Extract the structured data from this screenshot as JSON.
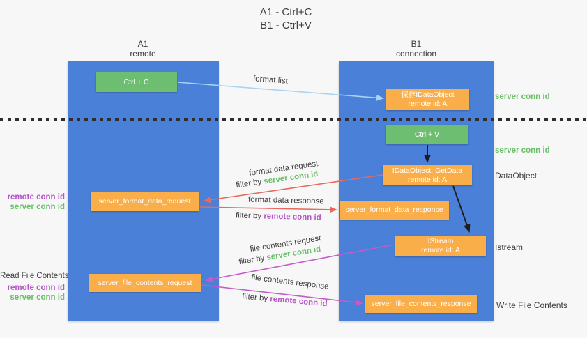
{
  "title": {
    "line1": "A1 - Ctrl+C",
    "line2": "B1 - Ctrl+V"
  },
  "lanes": {
    "left": {
      "name": "A1",
      "subtitle": "remote"
    },
    "right": {
      "name": "B1",
      "subtitle": "connection"
    }
  },
  "boxes": {
    "ctrl_c": "Ctrl + C",
    "ctrl_v": "Ctrl + V",
    "save_idataobject_line1": "保存IDataObject",
    "save_idataobject_line2": "remote id: A",
    "getdata_line1": "IDataObject::GetData",
    "getdata_line2": "remote id: A",
    "istream_line1": "IStream",
    "istream_line2": "remote id: A",
    "format_request": "server_format_data_request",
    "format_response": "server_format_data_response",
    "file_request": "server_file_contents_request",
    "file_response": "server_file_contents_response"
  },
  "side_labels": {
    "server_conn_id_top": "server conn id",
    "server_conn_id_mid": "server conn id",
    "dataobject": "DataObject",
    "istream": "Istream",
    "write_file_contents": "Write File Contents",
    "read_file_contents": "Read File Contents",
    "remote_conn_id_1": "remote conn id",
    "server_conn_id_1": "server conn id",
    "remote_conn_id_2": "remote conn id",
    "server_conn_id_2": "server conn id"
  },
  "arrow_labels": {
    "format_list": "format list",
    "format_data_request": "format data request",
    "format_data_response": "format data response",
    "file_contents_request": "file contents request",
    "file_contents_response": "file contents response",
    "filter_by": "filter by ",
    "server_conn_id": "server conn id",
    "remote_conn_id": "remote conn id"
  },
  "colors": {
    "lane_blue": "#4a80d8",
    "box_green": "#6ebe71",
    "box_orange": "#f9ae4a",
    "text_green": "#6abf69",
    "text_purple": "#b654c9",
    "arrow_red": "#e76960",
    "arrow_magenta": "#c35cc8",
    "arrow_light_blue": "#a9d3f0",
    "arrow_black": "#1d1d1d"
  }
}
